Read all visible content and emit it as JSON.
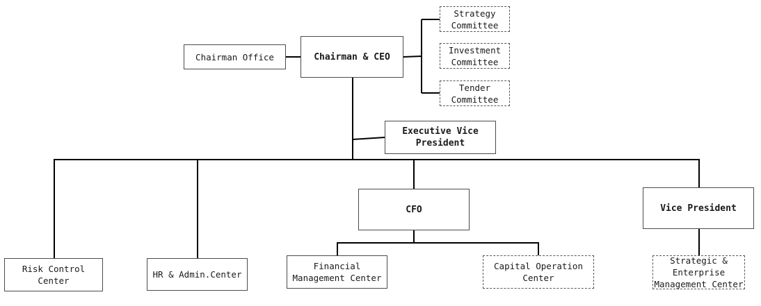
{
  "nodes": {
    "chairman_office": "Chairman Office",
    "chairman_ceo": "Chairman & CEO",
    "strategy_committee": "Strategy\nCommittee",
    "investment_committee": "Investment\nCommittee",
    "tender_committee": "Tender\nCommittee",
    "executive_vp": "Executive Vice\nPresident",
    "cfo": "CFO",
    "vice_president": "Vice President",
    "risk_control": "Risk Control\nCenter",
    "hr_admin": "HR & Admin.Center",
    "financial_mgmt": "Financial\nManagement Center",
    "capital_operation": "Capital Operation\nCenter",
    "strategic_enterprise": "Strategic &\nEnterprise\nManagement Center"
  },
  "colors": {
    "line": "#000000",
    "border": "#4a4a4a",
    "background": "#ffffff"
  }
}
